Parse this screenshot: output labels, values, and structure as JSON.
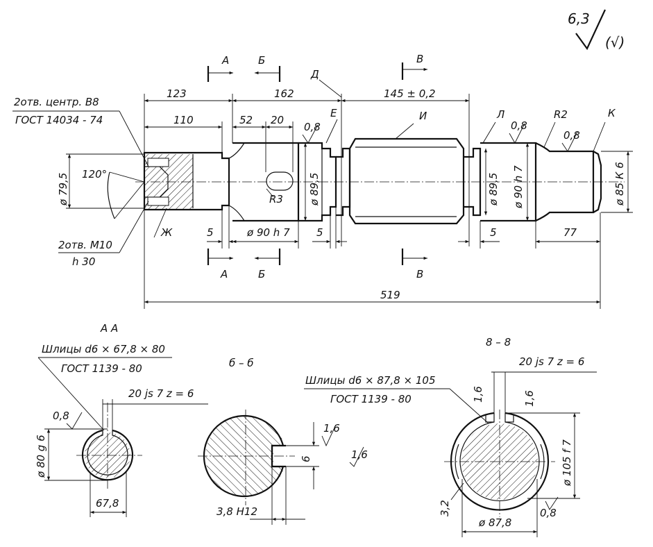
{
  "roughness": {
    "value": "6,3",
    "mark": "(√)"
  },
  "sections": {
    "a": "А",
    "b": "Б",
    "v": "В"
  },
  "labels": {
    "d": "Д",
    "e": "Е",
    "i": "И",
    "l": "Л",
    "k": "К",
    "zh": "Ж",
    "r2": "R2",
    "r3": "R3"
  },
  "dims": {
    "d123": "123",
    "d162": "162",
    "d145": "145 ± 0,2",
    "d110": "110",
    "d52": "52",
    "d20": "20",
    "d519": "519",
    "d5a": "5",
    "d5b": "5",
    "d5c": "5",
    "d77": "77",
    "d79_5": "ø 79,5",
    "d90h7a": "ø 90 h 7",
    "d89_5a": "ø 89,5",
    "d89_5b": "ø 89,5",
    "d90h7b": "ø 90 h 7",
    "d85k6": "ø 85 К 6",
    "angle120": "120°",
    "r08a": "0,8",
    "r08b": "0,8",
    "r08c": "0,8"
  },
  "notes": {
    "centers1": "2отв. центр. В8",
    "centers2": "ГОСТ 14034 - 74",
    "m10_1": "2отв. М10",
    "m10_2": "h  30"
  },
  "sectionAA": {
    "title": "А  А",
    "spline1": "Шлицы d6 × 67,8 × 80",
    "spline2": "ГОСТ 1139 - 80",
    "fit": "20 js 7   z = 6",
    "dia": "ø 80 g 6",
    "inner": "67,8",
    "rough": "0,8"
  },
  "sectionBB": {
    "title": "б – б",
    "depth": "6",
    "width": "3,8 Н12",
    "r1": "1,6",
    "r2": "1,6"
  },
  "sectionVV": {
    "title": "8 – 8",
    "fit": "20 js 7   z = 6",
    "spline1": "Шлицы d6 × 87,8 × 105",
    "spline2": "ГОСТ 1139 - 80",
    "dia": "ø 105 f 7",
    "inner": "ø 87,8",
    "chamfer": "3,2",
    "rough": "0,8",
    "r1": "1,6",
    "r2": "1,6"
  }
}
